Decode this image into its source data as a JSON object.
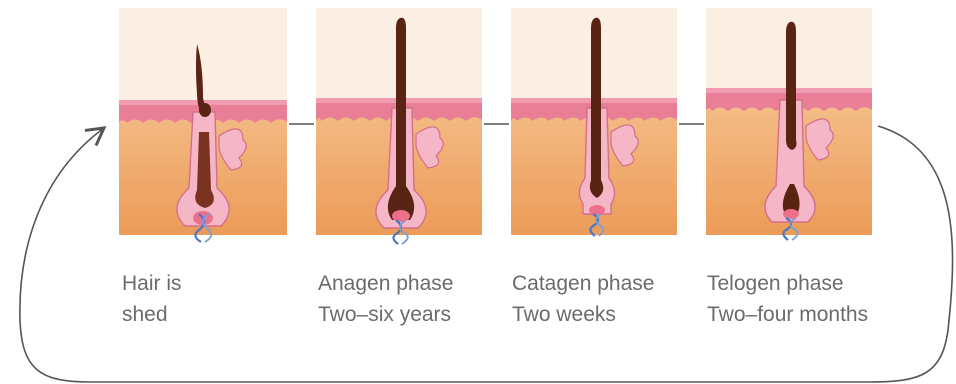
{
  "stages": [
    {
      "line1": "Hair is",
      "line2": "shed"
    },
    {
      "line1": "Anagen phase",
      "line2": "Two–six years"
    },
    {
      "line1": "Catagen phase",
      "line2": "Two weeks"
    },
    {
      "line1": "Telogen phase",
      "line2": "Two–four months"
    }
  ],
  "colors": {
    "skin_top": "#fbeee2",
    "epidermis": "#e87f97",
    "dermis_top": "#f7d2a6",
    "dermis_bottom": "#eea05d",
    "follicle": "#f5b7c8",
    "hair": "#5a2414",
    "connector": "#555555",
    "caption": "#6b6b6b",
    "nerve_blue": "#4a78c0"
  }
}
